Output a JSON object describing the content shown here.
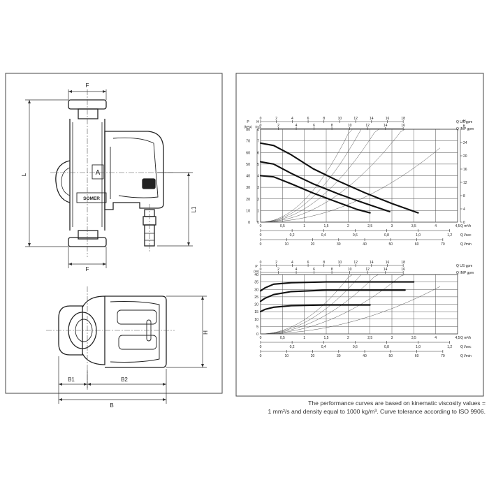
{
  "drawing": {
    "front_view": {
      "dim_top": "F",
      "dim_bottom": "F",
      "dim_left": "L",
      "dim_right": "L1",
      "port_label": "A",
      "nameplate": "SOMER"
    },
    "side_view": {
      "dim_height": "H",
      "dim_b1": "B1",
      "dim_b2": "B2",
      "dim_b": "B"
    }
  },
  "chart_data": [
    {
      "type": "line",
      "title": "",
      "axes": {
        "left_p": {
          "unit_top": "P",
          "unit": "(kPa)",
          "range": [
            0,
            80
          ],
          "ticks": [
            0,
            10,
            20,
            30,
            40,
            50,
            60,
            70,
            80
          ]
        },
        "left_h": {
          "unit_top": "H",
          "unit": "(m)",
          "range": [
            0,
            8
          ],
          "ticks": [
            0,
            1,
            2,
            3,
            4,
            5,
            6,
            7,
            8
          ]
        },
        "right_h": {
          "unit_top": "H",
          "unit": "ft",
          "range": [
            0,
            28
          ],
          "ticks": [
            0,
            4,
            8,
            12,
            16,
            20,
            24
          ]
        },
        "q_us_gpm": {
          "label": "Q US gpm",
          "ticks": [
            "0",
            "2",
            "4",
            "6",
            "8",
            "10",
            "12",
            "14",
            "16",
            "18"
          ]
        },
        "q_imp_gpm": {
          "label": "Q IMP gpm",
          "ticks": [
            "0",
            "2",
            "4",
            "6",
            "8",
            "10",
            "12",
            "14",
            "16"
          ]
        },
        "q_m3h": {
          "label": "Q m³/h",
          "range": [
            0,
            4.5
          ],
          "ticks": [
            "0",
            "0,5",
            "1",
            "1,5",
            "2",
            "2,5",
            "3",
            "3,5",
            "4",
            "4,5"
          ]
        },
        "q_lsec": {
          "label": "Q l/sec",
          "ticks": [
            "0",
            "0,2",
            "0,4",
            "0,6",
            "0,8",
            "1,0",
            "1,2"
          ]
        },
        "q_lmin": {
          "label": "Q l/min",
          "ticks": [
            "0",
            "10",
            "20",
            "30",
            "40",
            "50",
            "60",
            "70"
          ]
        }
      },
      "series": [
        {
          "x": [
            0,
            0.3,
            0.7,
            1.2,
            1.8,
            2.4,
            3.0,
            3.6
          ],
          "y": [
            6.8,
            6.6,
            5.8,
            4.6,
            3.5,
            2.5,
            1.6,
            0.8
          ]
        },
        {
          "x": [
            0,
            0.3,
            0.7,
            1.2,
            1.8,
            2.4,
            2.95
          ],
          "y": [
            5.2,
            5.0,
            4.2,
            3.3,
            2.4,
            1.6,
            0.9
          ]
        },
        {
          "x": [
            0,
            0.3,
            0.7,
            1.2,
            1.7,
            2.2,
            2.5
          ],
          "y": [
            4.0,
            3.9,
            3.3,
            2.5,
            1.8,
            1.1,
            0.8
          ]
        }
      ]
    },
    {
      "type": "line",
      "title": "",
      "axes": {
        "left_p": {
          "unit_top": "P",
          "unit": "(W)",
          "range": [
            0,
            40
          ],
          "ticks": [
            0,
            5,
            10,
            15,
            20,
            25,
            30,
            35,
            40
          ]
        },
        "q_us_gpm": {
          "label": "Q US gpm",
          "ticks": [
            "0",
            "2",
            "4",
            "6",
            "8",
            "10",
            "12",
            "14",
            "16",
            "18"
          ]
        },
        "q_imp_gpm": {
          "label": "Q IMP gpm",
          "ticks": [
            "0",
            "2",
            "4",
            "6",
            "8",
            "10",
            "12",
            "14",
            "16"
          ]
        },
        "q_m3h": {
          "label": "Q m³/h",
          "range": [
            0,
            4.5
          ],
          "ticks": [
            "0",
            "0,5",
            "1",
            "1,5",
            "2",
            "2,5",
            "3",
            "3,5",
            "4",
            "4,5"
          ]
        },
        "q_lsec": {
          "label": "Q l/sec",
          "ticks": [
            "0",
            "0,2",
            "0,4",
            "0,6",
            "0,8",
            "1,0",
            "1,2"
          ]
        },
        "q_lmin": {
          "label": "Q l/min",
          "ticks": [
            "0",
            "10",
            "20",
            "30",
            "40",
            "50",
            "60",
            "70"
          ]
        }
      },
      "series": [
        {
          "x": [
            0,
            0.1,
            0.3,
            0.7,
            1.5,
            2.5,
            3.5
          ],
          "y": [
            29,
            31,
            33.5,
            34.5,
            35,
            35,
            35
          ]
        },
        {
          "x": [
            0,
            0.1,
            0.3,
            0.7,
            1.5,
            2.5,
            3.3
          ],
          "y": [
            22,
            24,
            26.5,
            28.5,
            29.5,
            29.5,
            29.5
          ]
        },
        {
          "x": [
            0,
            0.1,
            0.3,
            0.7,
            1.5,
            2.5
          ],
          "y": [
            15,
            16.5,
            18,
            19,
            19.5,
            19.5
          ]
        }
      ]
    }
  ],
  "note": {
    "line1": "The performance curves are based on kinematic viscosity values =",
    "line2": "1 mm²/s and density equal to 1000 kg/m³. Curve tolerance according to ISO 9906."
  }
}
